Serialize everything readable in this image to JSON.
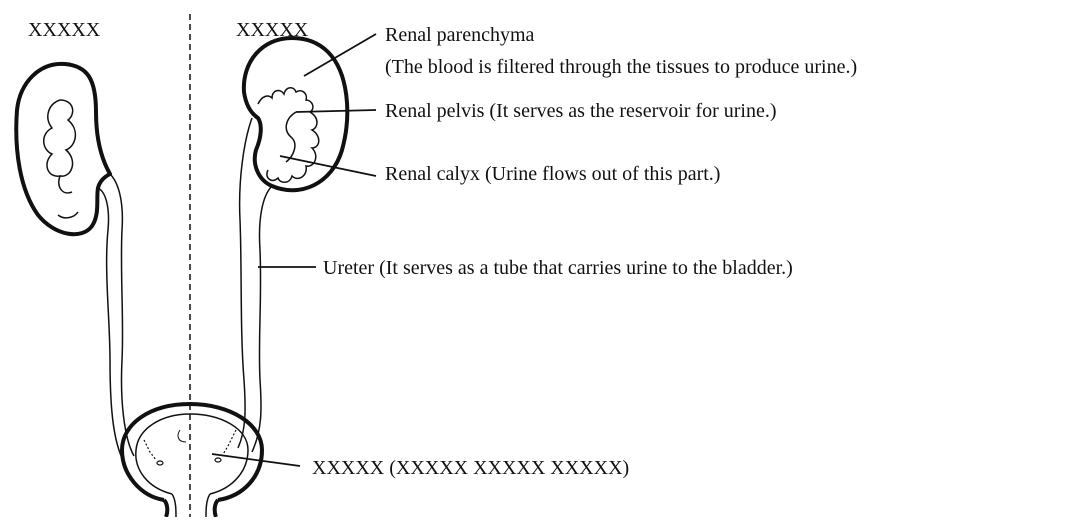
{
  "diagram": {
    "side_left_label": "XXXXX",
    "side_right_label": "XXXXX",
    "parenchyma": {
      "title": "Renal parenchyma",
      "note": "(The blood is filtered through the tissues to produce urine.)"
    },
    "pelvis": "Renal pelvis (It serves as the reservoir for urine.)",
    "calyx": "Renal calyx (Urine flows out of this part.)",
    "ureter": "Ureter (It serves as a tube that carries urine to the bladder.)",
    "bladder": "XXXXX (XXXXX XXXXX XXXXX)"
  },
  "colors": {
    "ink": "#111111",
    "background": "#ffffff"
  }
}
